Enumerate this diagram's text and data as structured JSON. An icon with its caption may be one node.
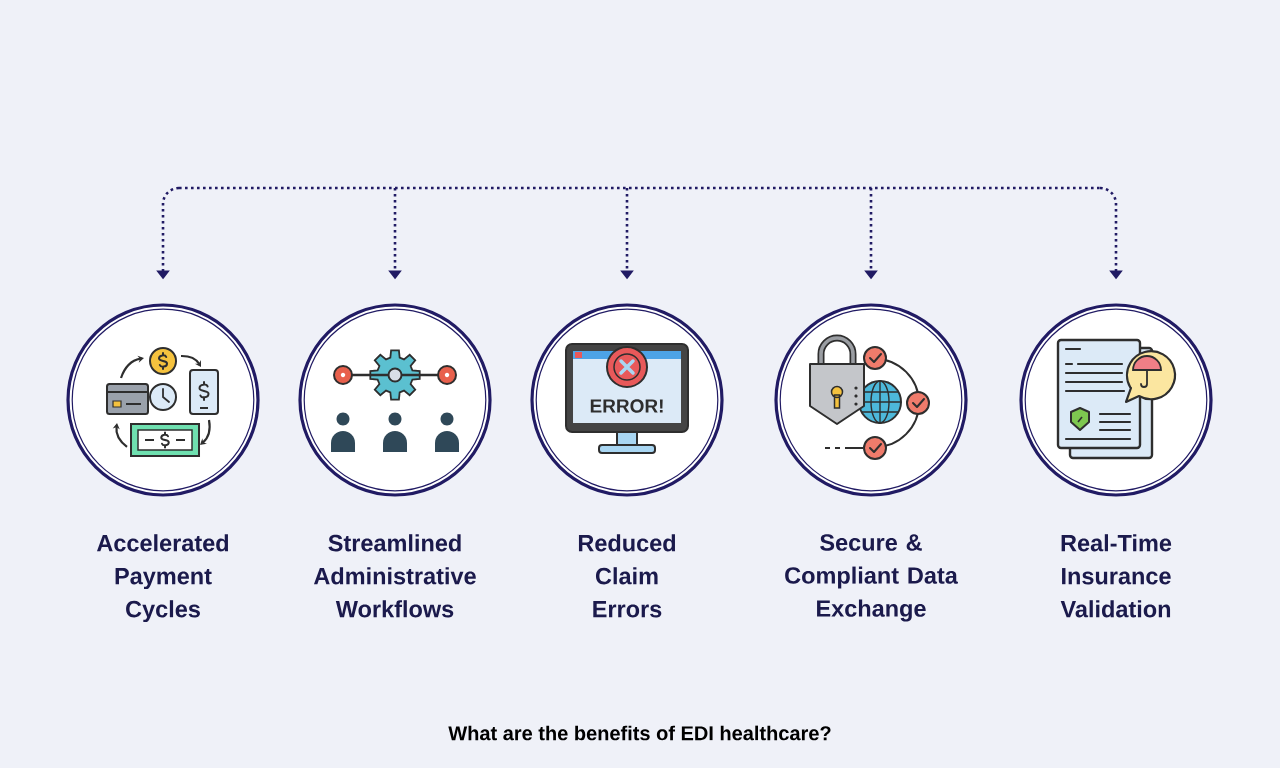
{
  "diagram": {
    "nodes": [
      {
        "text": [
          "Accelerated Payment Cycles"
        ]
      },
      {
        "text": [
          "Streamlined Administrative Workflows"
        ]
      },
      {
        "text": [
          "Reduced Claim Errors"
        ]
      },
      {
        "text": [
          "Secure & Compliant Data Exchange"
        ]
      },
      {
        "text": [
          "Real-Time Insurance Validation"
        ]
      }
    ],
    "edges": [
      {
        "from": null,
        "to": 0,
        "arrow": "to",
        "style": "dashed"
      },
      {
        "from": null,
        "to": 1,
        "arrow": "to",
        "style": "dashed"
      },
      {
        "from": null,
        "to": 2,
        "arrow": "to",
        "style": "dashed"
      },
      {
        "from": null,
        "to": 3,
        "arrow": "to",
        "style": "dashed"
      },
      {
        "from": null,
        "to": 4,
        "arrow": "to",
        "style": "dashed"
      }
    ],
    "labels": [
      "ERROR!"
    ],
    "caption": "What are the benefits of EDI healthcare?"
  }
}
